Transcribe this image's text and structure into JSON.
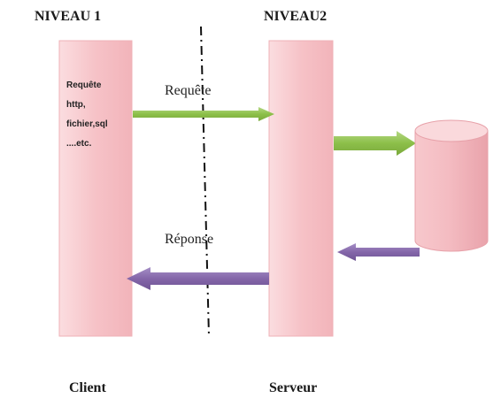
{
  "headings": {
    "level1": "NIVEAU 1",
    "level2": "NIVEAU2",
    "client": "Client",
    "server": "Serveur"
  },
  "client_box": {
    "lines": [
      "Requête",
      "http,",
      "fichier,sql",
      "....etc."
    ]
  },
  "arrows": {
    "request_label": "Requête",
    "response_label": "Réponse"
  },
  "colors": {
    "box_fill": "#f7c4c8",
    "request_arrow": "#92c14e",
    "response_arrow": "#8a6fae",
    "separator": "#111111"
  }
}
